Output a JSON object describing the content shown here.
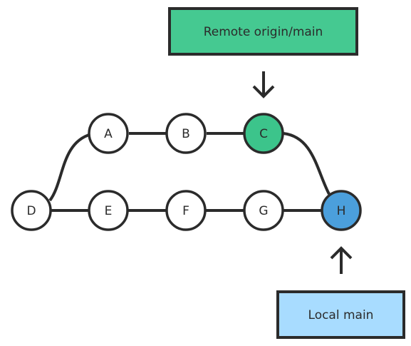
{
  "colors": {
    "stroke": "#2b2b2b",
    "node_fill": "#ffffff",
    "remote_fill": "#3cc48b",
    "local_fill": "#4b9fdc",
    "remote_box": "#45c991",
    "local_box": "#a8dcff"
  },
  "nodes": [
    {
      "id": "A",
      "label": "A"
    },
    {
      "id": "B",
      "label": "B"
    },
    {
      "id": "C",
      "label": "C",
      "highlight": "remote"
    },
    {
      "id": "D",
      "label": "D"
    },
    {
      "id": "E",
      "label": "E"
    },
    {
      "id": "F",
      "label": "F"
    },
    {
      "id": "G",
      "label": "G"
    },
    {
      "id": "H",
      "label": "H",
      "highlight": "local"
    }
  ],
  "edges": [
    [
      "D",
      "A"
    ],
    [
      "A",
      "B"
    ],
    [
      "B",
      "C"
    ],
    [
      "C",
      "H"
    ],
    [
      "D",
      "E"
    ],
    [
      "E",
      "F"
    ],
    [
      "F",
      "G"
    ],
    [
      "G",
      "H"
    ]
  ],
  "remote_ref": {
    "label": "Remote origin/main",
    "points_to": "C"
  },
  "local_ref": {
    "label": "Local main",
    "points_to": "H"
  }
}
